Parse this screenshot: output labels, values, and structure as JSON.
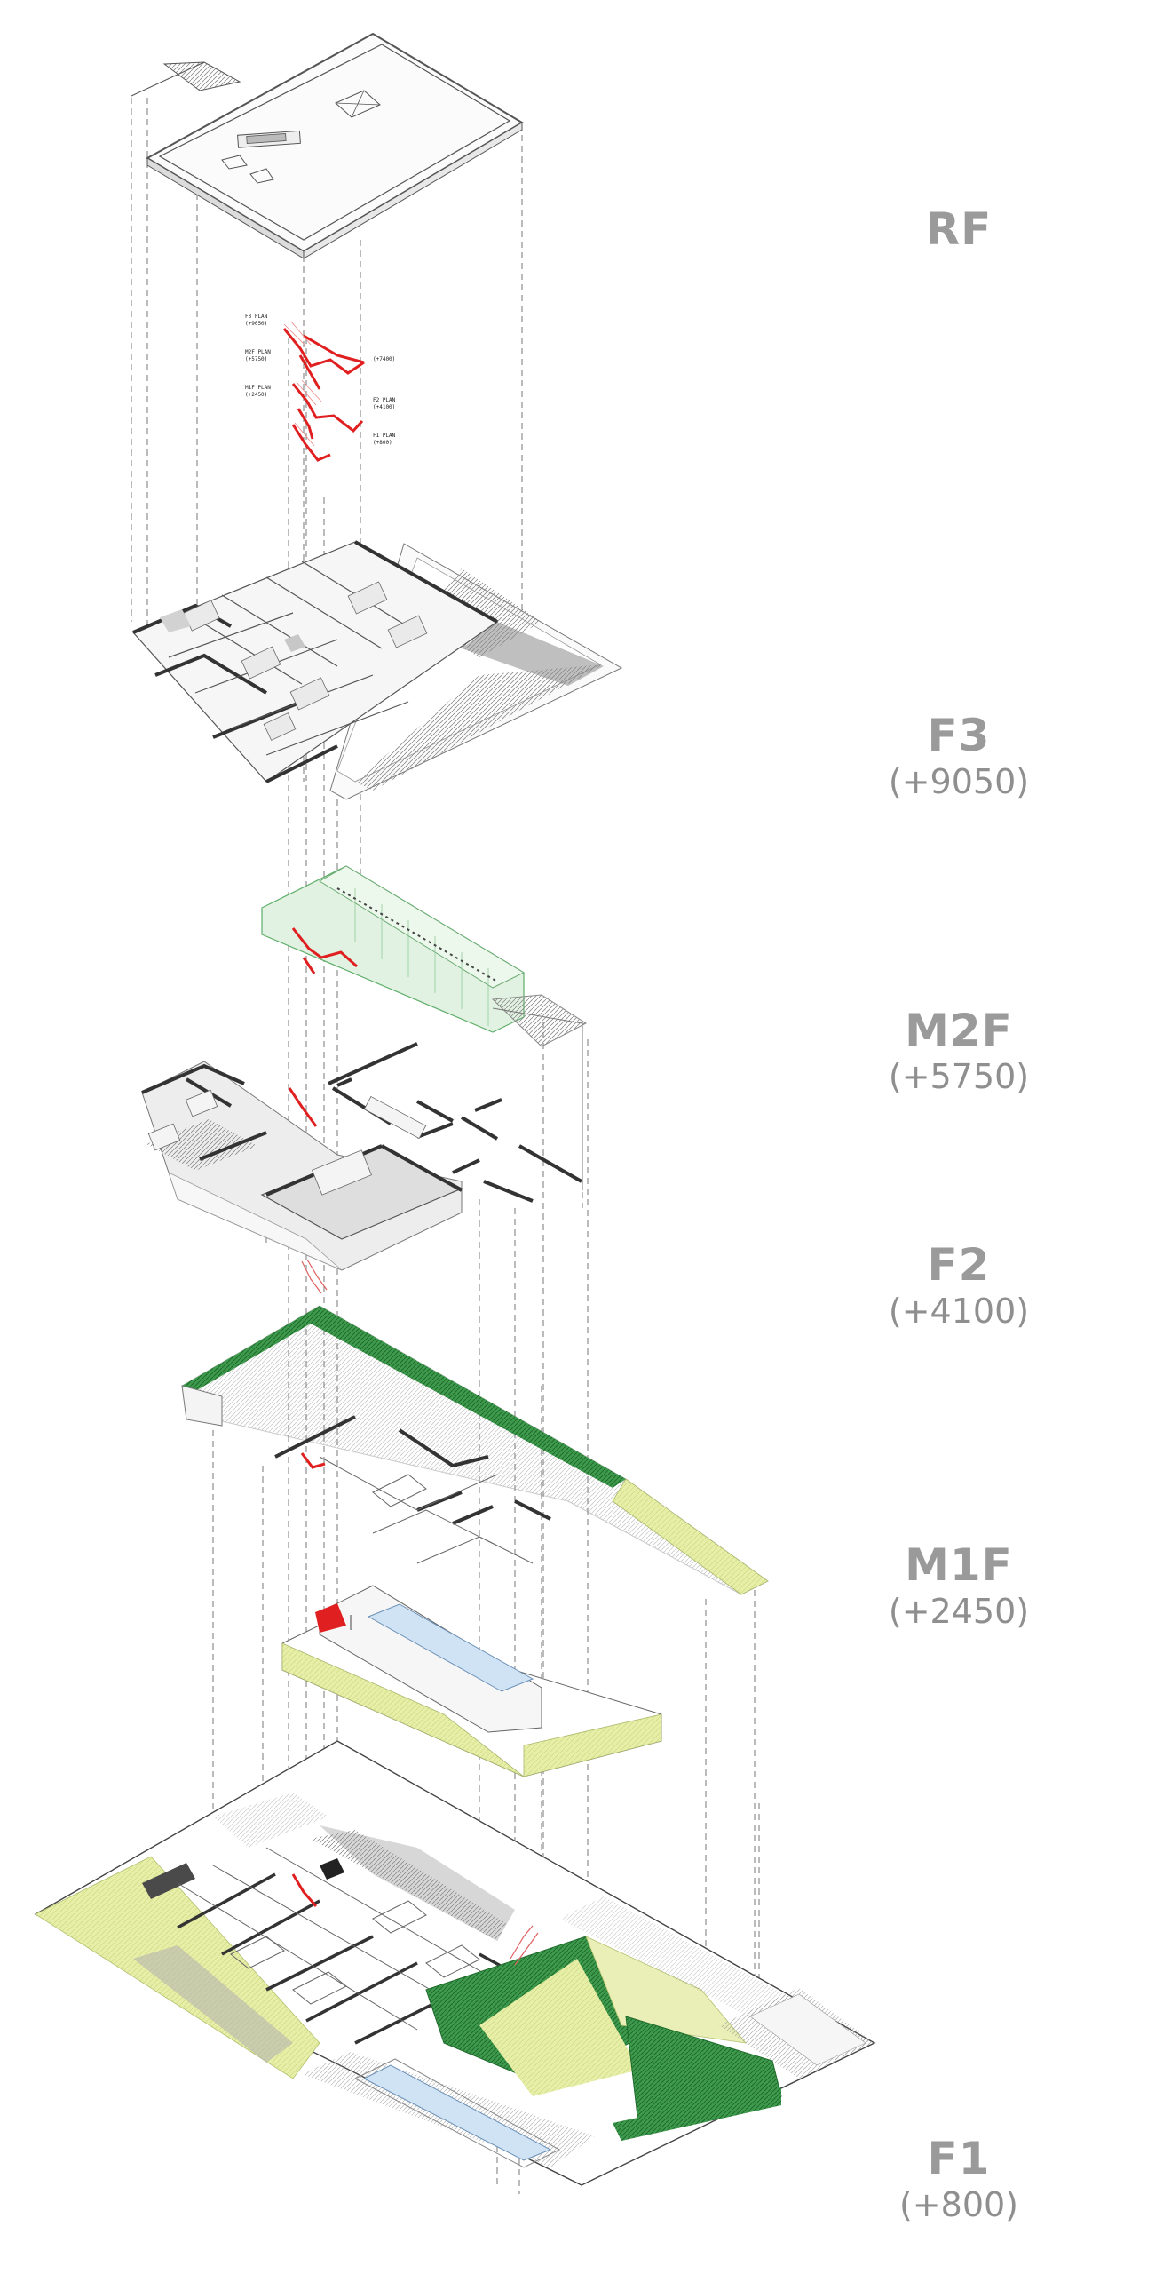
{
  "levels": {
    "rf": {
      "name": "RF",
      "elevation": ""
    },
    "f3": {
      "name": "F3",
      "elevation": "(+9050)"
    },
    "m2f": {
      "name": "M2F",
      "elevation": "(+5750)"
    },
    "f2": {
      "name": "F2",
      "elevation": "(+4100)"
    },
    "m1f": {
      "name": "M1F",
      "elevation": "(+2450)"
    },
    "f1": {
      "name": "F1",
      "elevation": "(+800)"
    }
  },
  "stair_notes": {
    "f3_plan": "F3 PLAN",
    "f3_elev": "(+9050)",
    "m2f_plan": "M2F PLAN",
    "m2f_elev": "(+5750)",
    "m1f_plan": "M1F PLAN",
    "m1f_elev": "(+2450)",
    "top_elev": "(+7400)",
    "f2_plan": "F2 PLAN",
    "f2_elev": "(+4100)",
    "f1_plan": "F1 PLAN",
    "f1_elev": "(+800)"
  },
  "colors": {
    "label": "#9a9a9a",
    "line": "#4a4a4a",
    "stair": "#e02020",
    "roof_green": "#2e8a3e",
    "lawn": "#e4eda4",
    "pool": "#cfe3f5",
    "glass": "#d8eed8"
  }
}
